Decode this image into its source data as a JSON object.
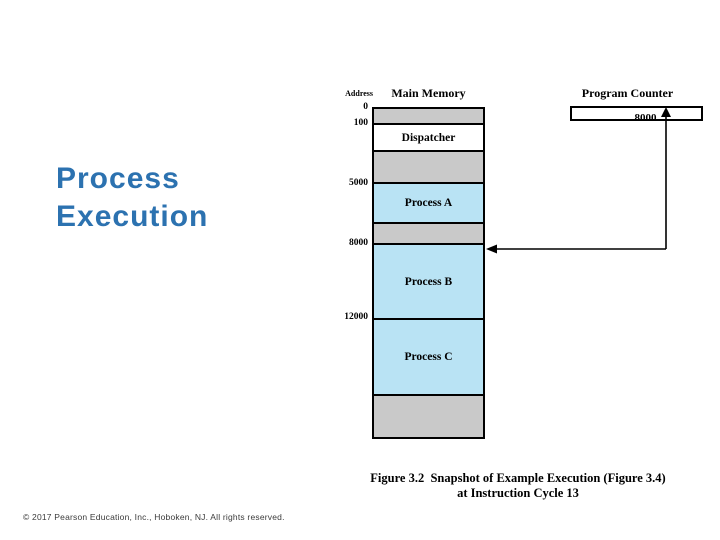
{
  "slide": {
    "title": "Process\nExecution",
    "footer": "© 2017 Pearson Education, Inc., Hoboken, NJ. All rights reserved."
  },
  "diagram": {
    "memory_title": "Main Memory",
    "address_header": "Address",
    "ticks": [
      {
        "label": "0"
      },
      {
        "label": "100"
      },
      {
        "label": "5000"
      },
      {
        "label": "8000"
      },
      {
        "label": "12000"
      }
    ],
    "segments": [
      {
        "label": "",
        "fill": "#C9C9C9"
      },
      {
        "label": "Dispatcher",
        "fill": "#FFFFFF"
      },
      {
        "label": "",
        "fill": "#C9C9C9"
      },
      {
        "label": "Process A",
        "fill": "#B9E3F4"
      },
      {
        "label": "",
        "fill": "#C9C9C9"
      },
      {
        "label": "Process B",
        "fill": "#B9E3F4"
      },
      {
        "label": "Process C",
        "fill": "#B9E3F4"
      },
      {
        "label": "",
        "fill": "#C9C9C9"
      }
    ],
    "program_counter": {
      "title": "Program Counter",
      "value": "8000"
    },
    "caption": "Figure 3.2  Snapshot of Example Execution (Figure 3.4)\nat Instruction Cycle 13"
  },
  "colors": {
    "title_blue": "#2C72B0",
    "memory_gray": "#C9C9C9",
    "process_blue": "#B9E3F4",
    "line_black": "#000000"
  }
}
